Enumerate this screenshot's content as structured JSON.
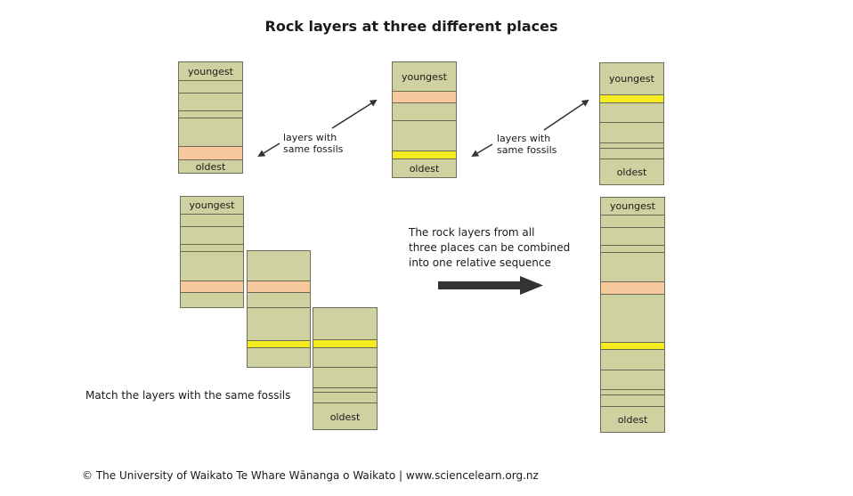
{
  "title": "Rock layers at three different places",
  "labels": {
    "youngest": "youngest",
    "oldest": "oldest"
  },
  "colors": {
    "rock": "#cfd1a0",
    "fossil_orange": "#f6c89c",
    "fossil_yellow": "#f4ec20",
    "border": "#6a6a55",
    "arrow": "#333333"
  },
  "notes": {
    "left": [
      "layers with",
      "same fossils"
    ],
    "right": [
      "layers with",
      "same fossils"
    ]
  },
  "caption": [
    "The rock layers from all",
    "three places can be combined",
    "into one relative sequence"
  ],
  "match_text": "Match the layers with the same fossils",
  "footer": "© The University of Waikato Te Whare Wānanga o Waikato | www.sciencelearn.org.nz",
  "columns": {
    "place_1": {
      "layers": [
        {
          "label": "youngest",
          "fossil": null
        },
        {
          "label": "",
          "fossil": null
        },
        {
          "label": "",
          "fossil": null
        },
        {
          "label": "",
          "fossil": null
        },
        {
          "label": "",
          "fossil": null
        },
        {
          "label": "",
          "fossil": "orange"
        },
        {
          "label": "oldest",
          "fossil": null
        }
      ]
    },
    "place_2": {
      "layers": [
        {
          "label": "youngest",
          "fossil": null
        },
        {
          "label": "",
          "fossil": "orange"
        },
        {
          "label": "",
          "fossil": null
        },
        {
          "label": "",
          "fossil": null
        },
        {
          "label": "",
          "fossil": "yellow"
        },
        {
          "label": "oldest",
          "fossil": null
        }
      ]
    },
    "place_3": {
      "layers": [
        {
          "label": "youngest",
          "fossil": null
        },
        {
          "label": "",
          "fossil": "yellow"
        },
        {
          "label": "",
          "fossil": null
        },
        {
          "label": "",
          "fossil": null
        },
        {
          "label": "",
          "fossil": null
        },
        {
          "label": "",
          "fossil": null
        },
        {
          "label": "oldest",
          "fossil": null
        }
      ]
    },
    "matched_1": {
      "layers": [
        {
          "label": "youngest",
          "fossil": null
        },
        {
          "label": "",
          "fossil": null
        },
        {
          "label": "",
          "fossil": null
        },
        {
          "label": "",
          "fossil": null
        },
        {
          "label": "",
          "fossil": null
        },
        {
          "label": "",
          "fossil": "orange"
        },
        {
          "label": "",
          "fossil": null
        }
      ]
    },
    "matched_2": {
      "layers": [
        {
          "label": "",
          "fossil": null
        },
        {
          "label": "",
          "fossil": "orange"
        },
        {
          "label": "",
          "fossil": null
        },
        {
          "label": "",
          "fossil": null
        },
        {
          "label": "",
          "fossil": "yellow"
        },
        {
          "label": "",
          "fossil": null
        }
      ]
    },
    "matched_3": {
      "layers": [
        {
          "label": "",
          "fossil": null
        },
        {
          "label": "",
          "fossil": "yellow"
        },
        {
          "label": "",
          "fossil": null
        },
        {
          "label": "",
          "fossil": null
        },
        {
          "label": "",
          "fossil": null
        },
        {
          "label": "",
          "fossil": null
        },
        {
          "label": "oldest",
          "fossil": null
        }
      ]
    },
    "combined": {
      "layers": [
        {
          "label": "youngest",
          "fossil": null
        },
        {
          "label": "",
          "fossil": null
        },
        {
          "label": "",
          "fossil": null
        },
        {
          "label": "",
          "fossil": null
        },
        {
          "label": "",
          "fossil": null
        },
        {
          "label": "",
          "fossil": "orange"
        },
        {
          "label": "",
          "fossil": null
        },
        {
          "label": "",
          "fossil": "yellow"
        },
        {
          "label": "",
          "fossil": null
        },
        {
          "label": "",
          "fossil": null
        },
        {
          "label": "",
          "fossil": null
        },
        {
          "label": "",
          "fossil": null
        },
        {
          "label": "oldest",
          "fossil": null
        }
      ]
    }
  }
}
